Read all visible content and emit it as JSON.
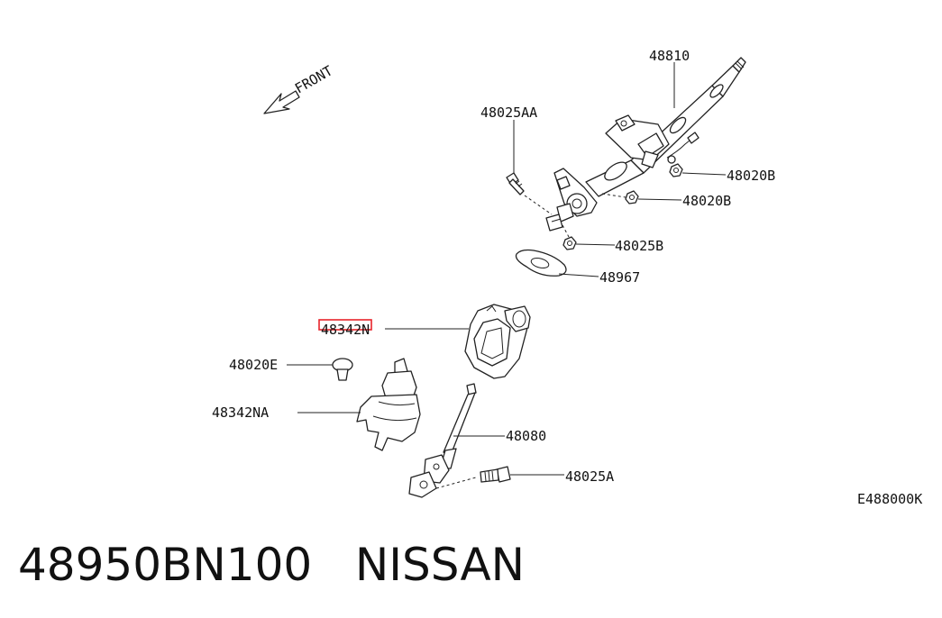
{
  "diagram": {
    "front_label": "FRONT",
    "catalog_code": "E488000K",
    "highlight_color": "#e8242b",
    "labels": {
      "p48810": "48810",
      "p48025AA": "48025AA",
      "p48020B_1": "48020B",
      "p48020B_2": "48020B",
      "p48025B": "48025B",
      "p48967": "48967",
      "p48342N": "48342N",
      "p48020E": "48020E",
      "p48342NA": "48342NA",
      "p48080": "48080",
      "p48025A": "48025A"
    }
  },
  "footer": {
    "part_number": "48950BN100",
    "brand": "NISSAN"
  }
}
